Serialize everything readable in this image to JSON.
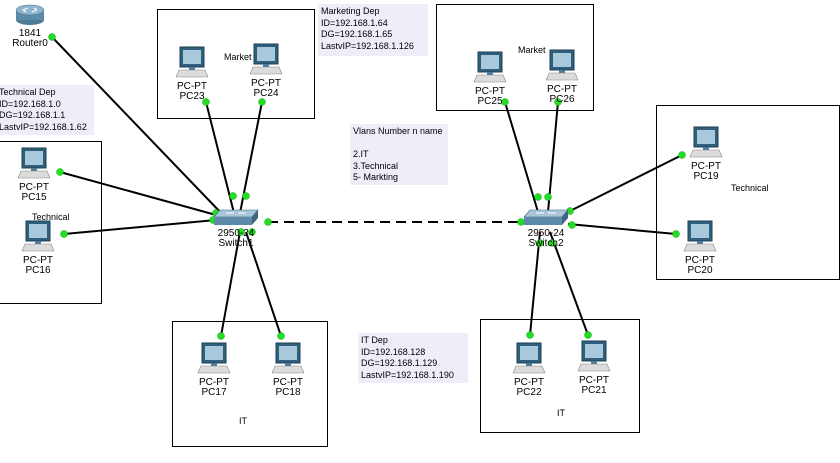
{
  "notes": {
    "marketing": {
      "lines": [
        "Marketing Dep",
        "ID=192.168.1.64",
        "DG=192.168.1.65",
        "LastvIP=192.168.1.126"
      ]
    },
    "technical": {
      "lines": [
        "Technical Dep",
        "ID=192.168.1.0",
        "DG=192.168.1.1",
        "LastvIP=192.168.1.62"
      ]
    },
    "vlans": {
      "lines": [
        "Vlans Number n name",
        "",
        "2.IT",
        "3.Technical",
        "5-  Markting"
      ]
    },
    "it": {
      "lines": [
        "IT Dep",
        "ID=192.168.128",
        "DG=192.168.1.129",
        "LastvIP=192.168.1.190"
      ]
    }
  },
  "areas": {
    "marketing_left": "Market",
    "marketing_right": "Market",
    "technical_left": "Technical",
    "technical_right": "Technical",
    "it_left": "IT",
    "it_right": "IT"
  },
  "devices": {
    "router0": {
      "model": "1841",
      "name": "Router0"
    },
    "switch1": {
      "model": "2950-24",
      "name": "Switch1"
    },
    "switch2": {
      "model": "2950-24",
      "name": "Switch2"
    },
    "pc15": {
      "type": "PC-PT",
      "name": "PC15"
    },
    "pc16": {
      "type": "PC-PT",
      "name": "PC16"
    },
    "pc17": {
      "type": "PC-PT",
      "name": "PC17"
    },
    "pc18": {
      "type": "PC-PT",
      "name": "PC18"
    },
    "pc19": {
      "type": "PC-PT",
      "name": "PC19"
    },
    "pc20": {
      "type": "PC-PT",
      "name": "PC20"
    },
    "pc21": {
      "type": "PC-PT",
      "name": "PC21"
    },
    "pc22": {
      "type": "PC-PT",
      "name": "PC22"
    },
    "pc23": {
      "type": "PC-PT",
      "name": "PC23"
    },
    "pc24": {
      "type": "PC-PT",
      "name": "PC24"
    },
    "pc25": {
      "type": "PC-PT",
      "name": "PC25"
    },
    "pc26": {
      "type": "PC-PT",
      "name": "PC26"
    }
  },
  "colors": {
    "link": "#000000",
    "port": "#22dd22",
    "note_bg": "#eeeef8"
  }
}
